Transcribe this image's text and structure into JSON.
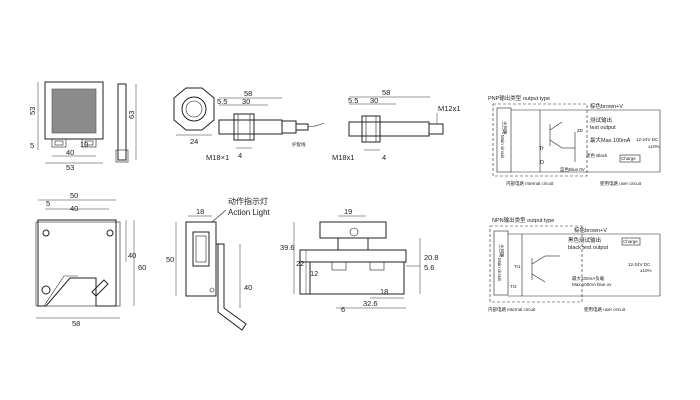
{
  "dimensions": {
    "reflector_height": "53",
    "reflector_small_left": "5",
    "reflector_small_right": "10",
    "reflector_inner_width": "40",
    "reflector_outer_width": "53",
    "bracket_side_height": "63",
    "barrel1_length": "58",
    "barrel1_left": "5.5",
    "barrel1_mid": "30",
    "nut_width": "24",
    "barrel1_thread": "M18×1",
    "barrel1_sub": "4",
    "barrel2_length": "58",
    "barrel2_left": "5.5",
    "barrel2_mid": "30",
    "barrel2_thread_right": "M12x1",
    "barrel2_thread": "M18x1",
    "barrel2_sub": "4",
    "plate_width_outer": "50",
    "plate_width_inner": "40",
    "plate_small": "5",
    "plate_height_inner": "40",
    "plate_height_outer": "60",
    "plate_bottom_width": "58",
    "sensor_width": "18",
    "sensor_height": "50",
    "bracket_height": "40",
    "side_top": "19",
    "side_height_left": "39.6",
    "side_22": "22",
    "side_12": "12",
    "side_right_height": "20.8",
    "side_56": "5.6",
    "side_18": "18",
    "side_6": "6",
    "side_326": "32.6"
  },
  "labels": {
    "action_light_cn": "动作指示灯",
    "action_light_en": "Action Light",
    "cable_label": "护套线"
  },
  "pnp": {
    "title": "PNP输出类型 output type",
    "brown": "棕色brown+V",
    "test_cn": "测试输出",
    "test_en": "test output",
    "max": "最大Max.100mA",
    "voltage": "12-24V DC",
    "voltage_tol": "±10%",
    "black": "黑色 Black",
    "tr": "Tr",
    "d": "D",
    "zd": "ZD",
    "blue": "蓝色Blue 0V",
    "charge": "Charge",
    "circuit_cn": "主回路",
    "circuit_en": "Main circuit",
    "internal": "内部电路 Internal circuit",
    "user": "使用电路 user circuit"
  },
  "npn": {
    "title": "NPN输出类型 output type",
    "brown": "棕色brown+V",
    "test_cn": "黑色测试输出",
    "test_en": "black test output",
    "charge": "Charge",
    "voltage": "12-24V DC",
    "voltage_tol": "±10%",
    "max_cn": "最大100mA负载",
    "max_en": "Max.100mA blue ov",
    "tr1": "Tr1",
    "tr2": "Tr2",
    "circuit_cn": "主回路",
    "circuit_en": "Main circuit",
    "internal": "内部电路 Internal circuit",
    "user": "使用电路 user circuit"
  }
}
